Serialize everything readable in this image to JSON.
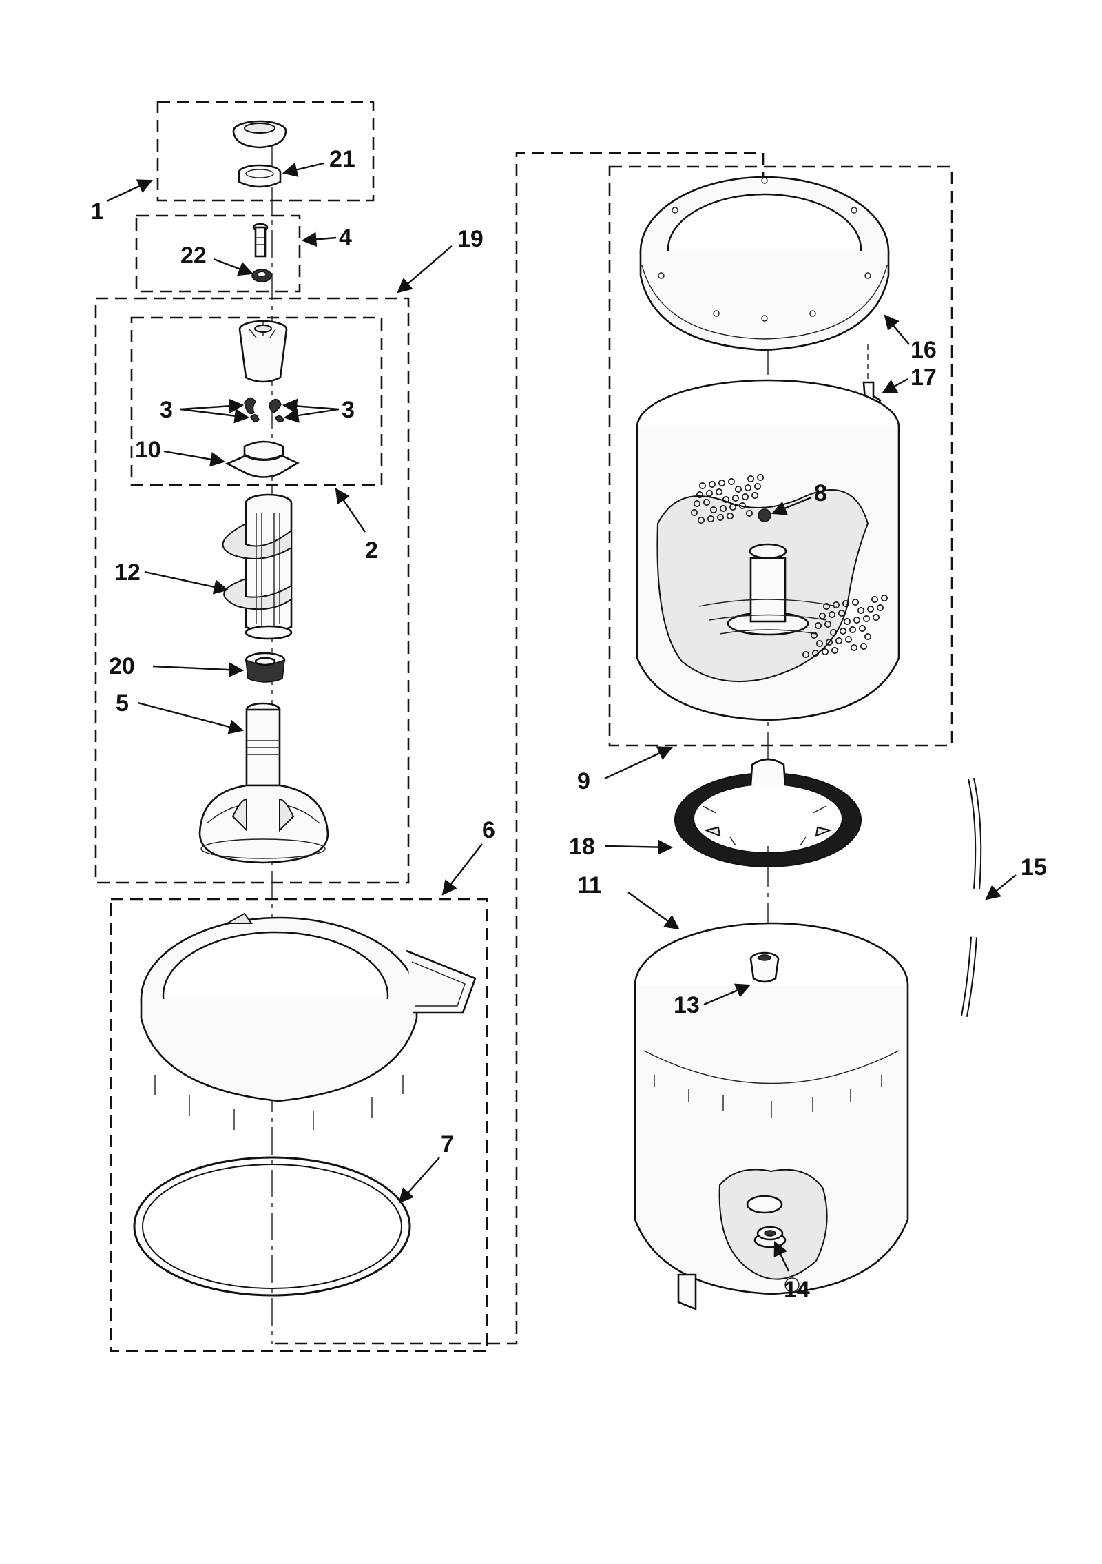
{
  "diagram": {
    "callouts": [
      {
        "id": "c1",
        "text": "1"
      },
      {
        "id": "c2",
        "text": "2"
      },
      {
        "id": "c3a",
        "text": "3"
      },
      {
        "id": "c3b",
        "text": "3"
      },
      {
        "id": "c4",
        "text": "4"
      },
      {
        "id": "c5",
        "text": "5"
      },
      {
        "id": "c6",
        "text": "6"
      },
      {
        "id": "c7",
        "text": "7"
      },
      {
        "id": "c8",
        "text": "8"
      },
      {
        "id": "c9",
        "text": "9"
      },
      {
        "id": "c10",
        "text": "10"
      },
      {
        "id": "c11",
        "text": "11"
      },
      {
        "id": "c12",
        "text": "12"
      },
      {
        "id": "c13",
        "text": "13"
      },
      {
        "id": "c14",
        "text": "14"
      },
      {
        "id": "c15",
        "text": "15"
      },
      {
        "id": "c16",
        "text": "16"
      },
      {
        "id": "c17",
        "text": "17"
      },
      {
        "id": "c18",
        "text": "18"
      },
      {
        "id": "c19",
        "text": "19"
      },
      {
        "id": "c20",
        "text": "20"
      },
      {
        "id": "c21",
        "text": "21"
      },
      {
        "id": "c22",
        "text": "22"
      }
    ]
  }
}
